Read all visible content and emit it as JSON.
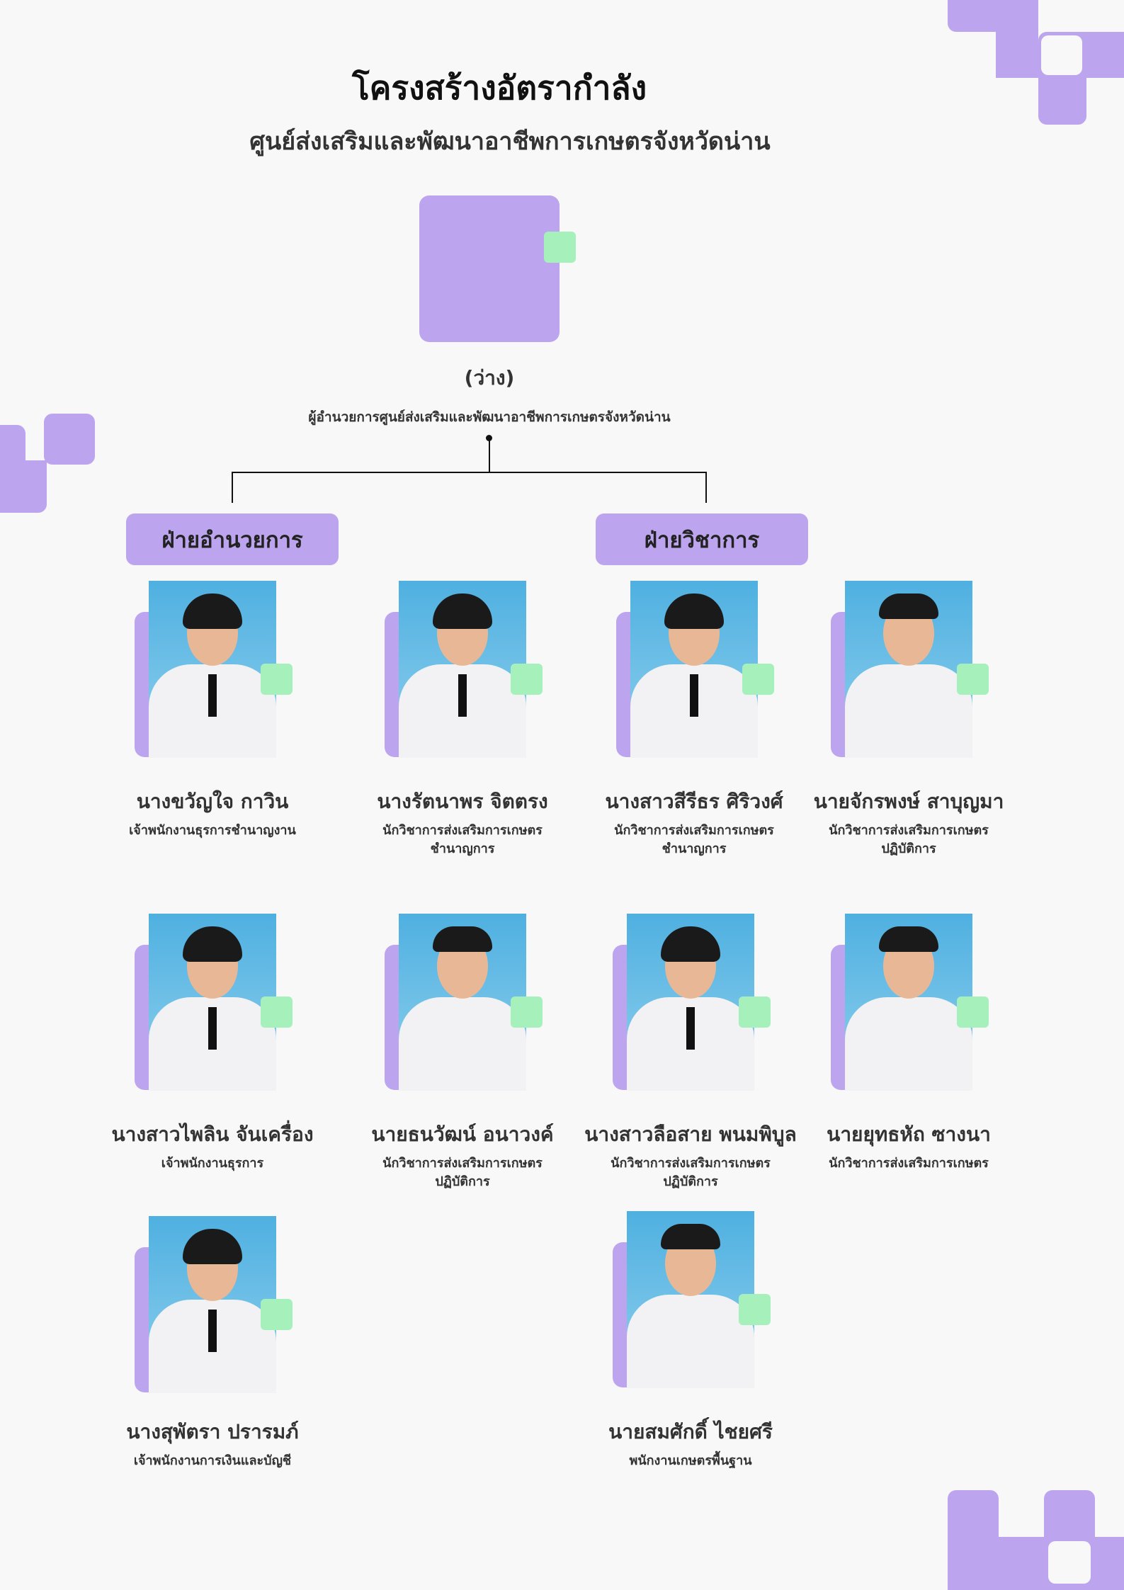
{
  "header": {
    "title": "โครงสร้างอัตรากำลัง",
    "subtitle": "ศูนย์ส่งเสริมและพัฒนาอาชีพการเกษตรจังหวัดน่าน"
  },
  "director": {
    "name": "(ว่าง)",
    "role": "ผู้อำนวยการศูนย์ส่งเสริมและพัฒนาอาชีพการเกษตรจังหวัดน่าน"
  },
  "departments": [
    "ฝ่ายอำนวยการ",
    "ฝ่ายวิชาการ"
  ],
  "colors": {
    "accent": "#bca5ee",
    "highlight": "#a6f0bc",
    "background": "#f8f8f8"
  },
  "staff": [
    {
      "name": "นางขวัญใจ กาวิน",
      "role": [
        "เจ้าพนักงานธุรการชำนาญงาน"
      ]
    },
    {
      "name": "นางรัตนาพร จิตตรง",
      "role": [
        "นักวิชาการส่งเสริมการเกษตร",
        "ชำนาญการ"
      ]
    },
    {
      "name": "นางสาวสีรีธร ศิริวงศ์",
      "role": [
        "นักวิชาการส่งเสริมการเกษตร",
        "ชำนาญการ"
      ]
    },
    {
      "name": "นายจักรพงษ์ สาบุญมา",
      "role": [
        "นักวิชาการส่งเสริมการเกษตร",
        "ปฏิบัติการ"
      ]
    },
    {
      "name": "นางสาวไพลิน จันเครื่อง",
      "role": [
        "เจ้าพนักงานธุรการ"
      ]
    },
    {
      "name": "นายธนวัฒน์ อนาวงค์",
      "role": [
        "นักวิชาการส่งเสริมการเกษตร",
        "ปฏิบัติการ"
      ]
    },
    {
      "name": "นางสาวลือสาย พนมพิบูล",
      "role": [
        "นักวิชาการส่งเสริมการเกษตร",
        "ปฏิบัติการ"
      ]
    },
    {
      "name": "นายยุทธหัถ ซางนา",
      "role": [
        "นักวิชาการส่งเสริมการเกษตร"
      ]
    },
    {
      "name": "นางสุพัตรา ปรารมภ์",
      "role": [
        "เจ้าพนักงานการเงินและบัญชี"
      ]
    },
    {
      "name": "นายสมศักดิ์ ไชยศรี",
      "role": [
        "พนักงานเกษตรพื้นฐาน"
      ]
    }
  ]
}
